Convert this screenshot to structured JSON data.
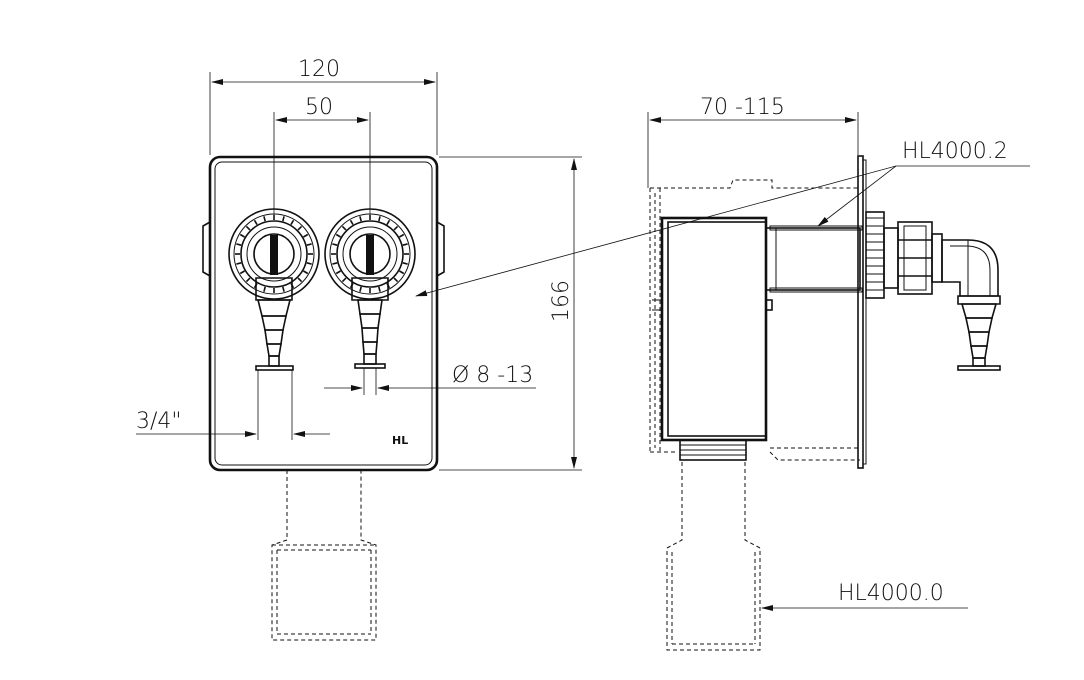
{
  "dimensions": {
    "overall_width": "120",
    "spacing": "50",
    "height": "166",
    "depth": "70 -115",
    "thread": "3/4\"",
    "hose_diameter": "Ø 8 -13"
  },
  "callouts": {
    "upper_part": "HL4000.2",
    "lower_part": "HL4000.0"
  },
  "front_view": {
    "logo": "HL"
  },
  "colors": {
    "line": "#111111",
    "background": "#ffffff"
  }
}
